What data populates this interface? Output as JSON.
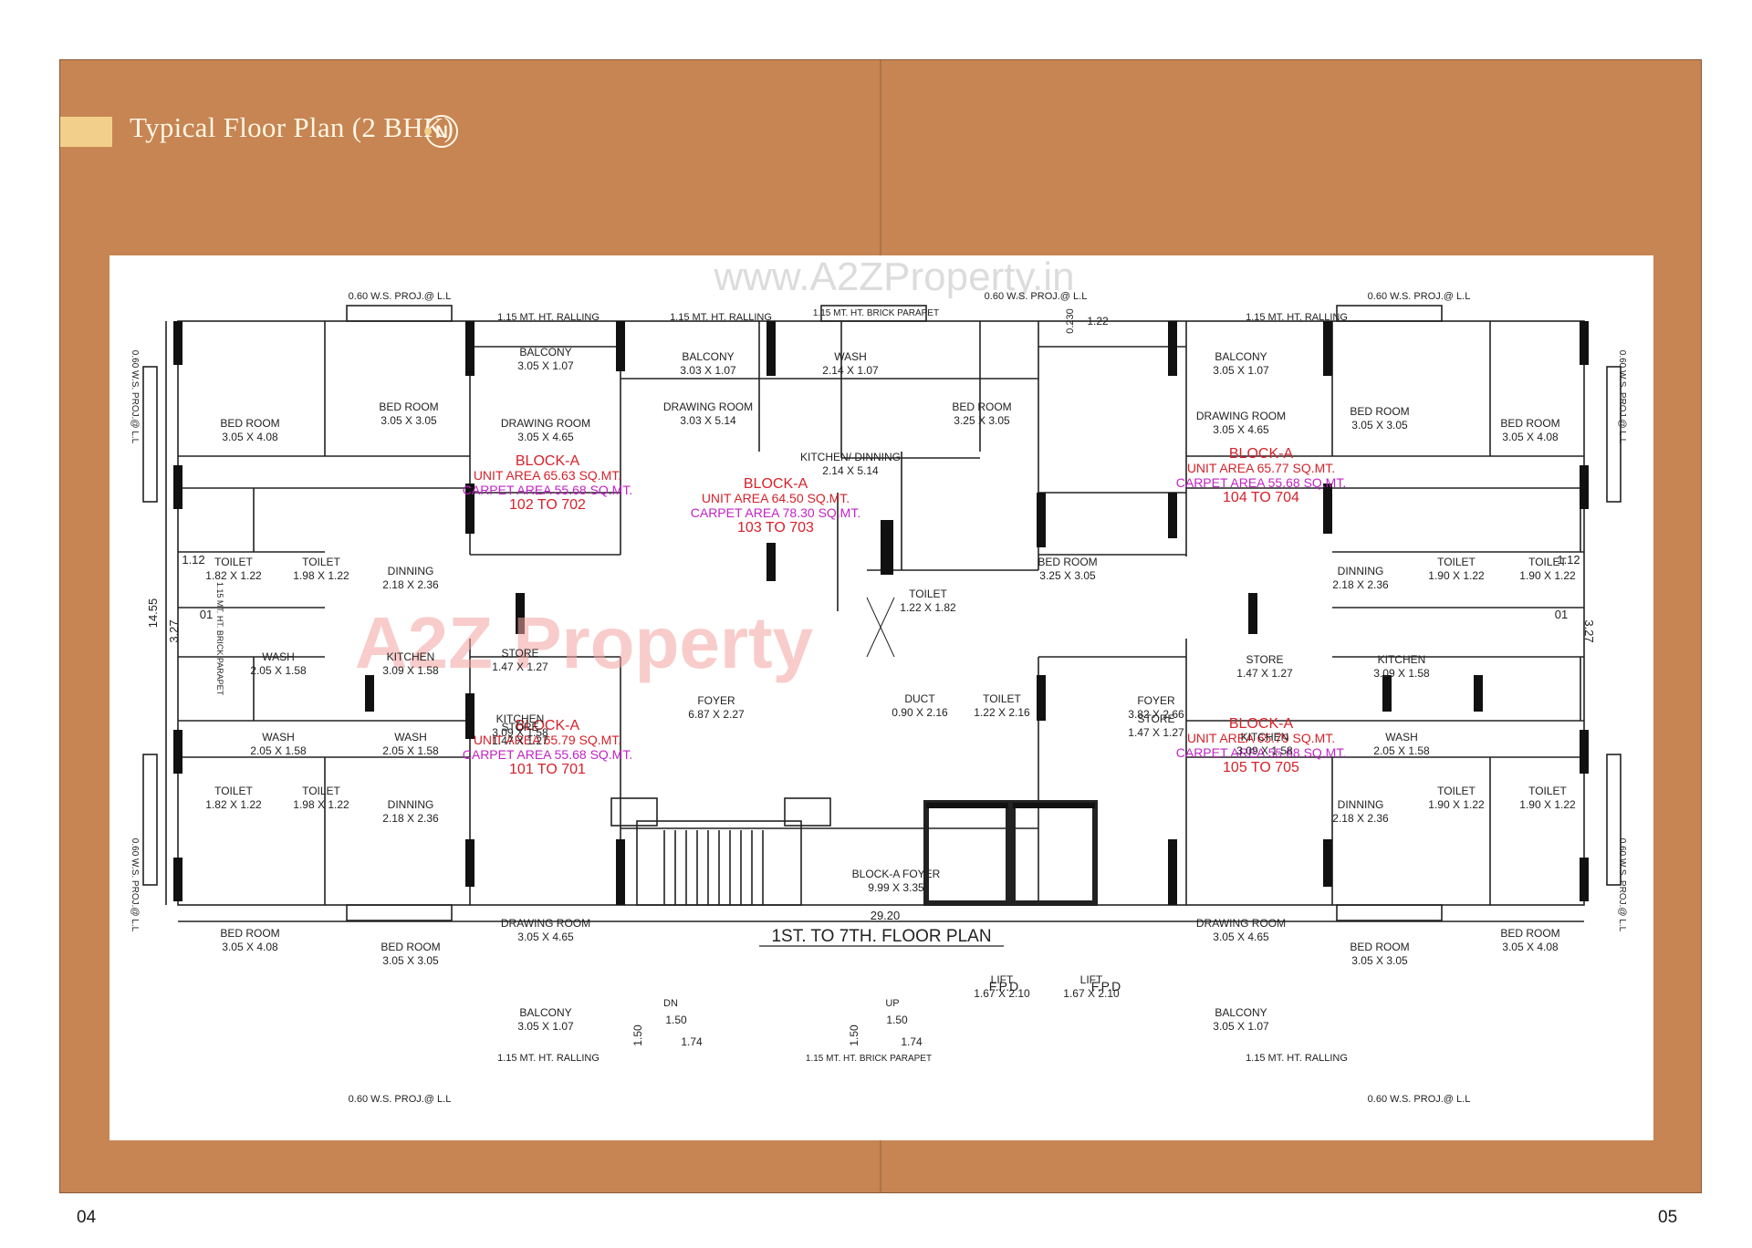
{
  "header": {
    "title": "Typical Floor Plan (2 BHK)",
    "north_symbol": "N"
  },
  "watermarks": {
    "url": "www.A2ZProperty.in",
    "brand": "A2Z Property"
  },
  "page_numbers": {
    "left": "04",
    "right": "05"
  },
  "plan": {
    "caption": "1ST. TO 7TH. FLOOR PLAN",
    "overall_width": "29.20",
    "overall_depth": "14.55",
    "units": [
      {
        "block": "BLOCK-A",
        "unit_area": "UNIT AREA 65.63 SQ.MT.",
        "carpet_area": "CARPET AREA  55.68 SQ.MT.",
        "flats": "102 TO 702"
      },
      {
        "block": "BLOCK-A",
        "unit_area": "UNIT AREA 64.50 SQ.MT.",
        "carpet_area": "CARPET AREA  78.30 SQ.MT.",
        "flats": "103 TO 703"
      },
      {
        "block": "BLOCK-A",
        "unit_area": "UNIT AREA 65.77 SQ.MT.",
        "carpet_area": "CARPET AREA  55.68 SQ.MT.",
        "flats": "104 TO 704"
      },
      {
        "block": "BLOCK-A",
        "unit_area": "UNIT AREA  65.79 SQ.MT.",
        "carpet_area": "CARPET AREA  55.68 SQ.MT.",
        "flats": "101 TO 701"
      },
      {
        "block": "BLOCK-A",
        "unit_area": "UNIT AREA  65.79 SQ.MT.",
        "carpet_area": "CARPET AREA  55.68 SQ.MT.",
        "flats": "105 TO 705"
      }
    ],
    "rooms": [
      {
        "name": "BED ROOM",
        "size": "3.05 X 4.08"
      },
      {
        "name": "BED ROOM",
        "size": "3.05 X 3.05"
      },
      {
        "name": "BALCONY",
        "size": "3.05 X 1.07"
      },
      {
        "name": "DRAWING ROOM",
        "size": "3.05 X 4.65"
      },
      {
        "name": "BALCONY",
        "size": "3.03 X 1.07"
      },
      {
        "name": "DRAWING ROOM",
        "size": "3.03 X 5.14"
      },
      {
        "name": "WASH",
        "size": "2.14 X 1.07"
      },
      {
        "name": "KITCHEN/ DINNING",
        "size": "2.14 X 5.14"
      },
      {
        "name": "BED ROOM",
        "size": "3.25 X 3.05"
      },
      {
        "name": "BALCONY",
        "size": "3.05 X 1.07"
      },
      {
        "name": "DRAWING ROOM",
        "size": "3.05 X 4.65"
      },
      {
        "name": "BED ROOM",
        "size": "3.05 X 3.05"
      },
      {
        "name": "BED ROOM",
        "size": "3.05 X 4.08"
      },
      {
        "name": "TOILET",
        "size": "1.82 X 1.22"
      },
      {
        "name": "TOILET",
        "size": "1.98 X 1.22"
      },
      {
        "name": "DINNING",
        "size": "2.18 X 2.36"
      },
      {
        "name": "TOILET",
        "size": "1.22 X 1.82"
      },
      {
        "name": "BED ROOM",
        "size": "3.25 X 3.05"
      },
      {
        "name": "DINNING",
        "size": "2.18 X 2.36"
      },
      {
        "name": "TOILET",
        "size": "1.90 X 1.22"
      },
      {
        "name": "TOILET",
        "size": "1.90 X 1.22"
      },
      {
        "name": "WASH",
        "size": "2.05 X 1.58"
      },
      {
        "name": "KITCHEN",
        "size": "3.09 X 1.58"
      },
      {
        "name": "STORE",
        "size": "1.47 X 1.27"
      },
      {
        "name": "FOYER",
        "size": "6.87 X 2.27"
      },
      {
        "name": "DUCT",
        "size": "0.90 X 2.16"
      },
      {
        "name": "TOILET",
        "size": "1.22 X 2.16"
      },
      {
        "name": "FOYER",
        "size": "3.82 X 2.66"
      },
      {
        "name": "STORE",
        "size": "1.47 X 1.27"
      },
      {
        "name": "KITCHEN",
        "size": "3.09 X 1.58"
      },
      {
        "name": "WASH",
        "size": "2.05 X 1.58"
      },
      {
        "name": "WASH",
        "size": "2.05 X 1.58"
      },
      {
        "name": "KITCHEN",
        "size": "3.09 X 1.58"
      },
      {
        "name": "STORE",
        "size": "1.47 X 1.27"
      },
      {
        "name": "STORE",
        "size": "1.47 X 1.27"
      },
      {
        "name": "KITCHEN",
        "size": "3.09 X 1.58"
      },
      {
        "name": "WASH",
        "size": "2.05 X 1.58"
      },
      {
        "name": "TOILET",
        "size": "1.82 X 1.22"
      },
      {
        "name": "TOILET",
        "size": "1.98 X 1.22"
      },
      {
        "name": "DINNING",
        "size": "2.18 X 2.36"
      },
      {
        "name": "BLOCK-A FOYER",
        "size": "9.99 X 3.35"
      },
      {
        "name": "DINNING",
        "size": "2.18 X 2.36"
      },
      {
        "name": "TOILET",
        "size": "1.90 X 1.22"
      },
      {
        "name": "TOILET",
        "size": "1.90 X 1.22"
      },
      {
        "name": "BED ROOM",
        "size": "3.05 X 4.08"
      },
      {
        "name": "BED ROOM",
        "size": "3.05 X 3.05"
      },
      {
        "name": "DRAWING ROOM",
        "size": "3.05 X 4.65"
      },
      {
        "name": "BALCONY",
        "size": "3.05 X 1.07"
      },
      {
        "name": "LIFT",
        "size": "1.67 X 2.10"
      },
      {
        "name": "LIFT",
        "size": "1.67 X 2.10"
      },
      {
        "name": "DRAWING ROOM",
        "size": "3.05 X 4.65"
      },
      {
        "name": "BALCONY",
        "size": "3.05 X 1.07"
      },
      {
        "name": "BED ROOM",
        "size": "3.05 X 3.05"
      },
      {
        "name": "BED ROOM",
        "size": "3.05 X 4.08"
      }
    ],
    "notes": [
      "0.60 W.S. PROJ.@ L.L",
      "1.15 MT. HT. RALLING",
      "1.15 MT. HT. BRICK PARAPET",
      "1.15 MT. HT. BRICK PARAPET",
      "0.60 W.S. PROJ.@ L.L",
      "1.15 MT. HT. RALLING",
      "0.60 W.S. PROJ.@ L.L",
      "0.60 W.S. PROJ.@ L.L",
      "0.60 W.S. PROJ.@ L.L",
      "1.15 MT. HT. RALLING",
      "1.15 MT. HT. BRICK PARAPET",
      "1.15 MT. HT. RALLING",
      "0.60 W.S. PROJ.@ L.L",
      "1.15 MT. HT. RALLING",
      "0.60 W.S. PROJ.@ L.L",
      "0.60 W.S. PROJ.@ L.L",
      "0.60 W.S. PROJ.@ L.L",
      "0.230",
      "1.22",
      "1.12",
      "1.12",
      "3.27",
      "3.27",
      "1.50",
      "1.50",
      "1.74",
      "1.74",
      "1.50",
      "1.50",
      "DN",
      "UP",
      "F.P.D",
      "F.P.D",
      "01",
      "01"
    ]
  }
}
